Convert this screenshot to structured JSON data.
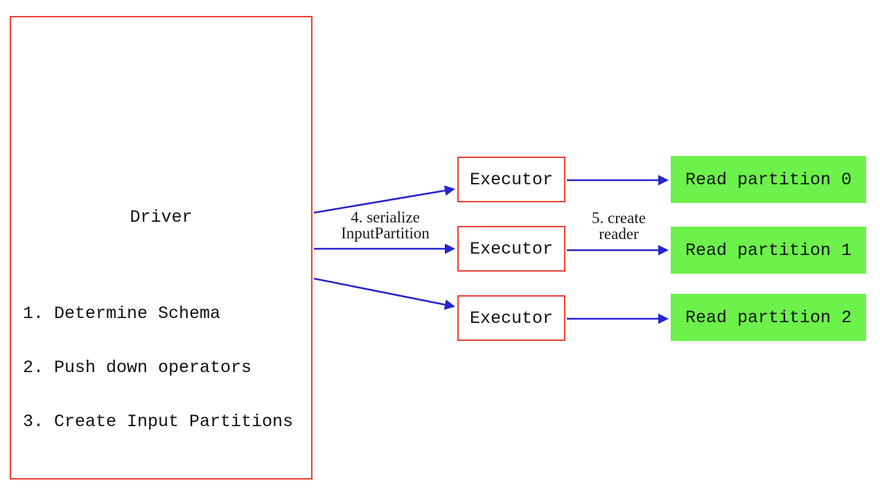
{
  "theme": {
    "red": "#ee4036",
    "blue": "#2424d0",
    "green": "#6cf24b",
    "ink": "#111111"
  },
  "driver": {
    "title": "Driver",
    "steps": [
      "1. Determine Schema",
      "2. Push down operators",
      "3. Create Input Partitions"
    ]
  },
  "executors": [
    {
      "label": "Executor"
    },
    {
      "label": "Executor"
    },
    {
      "label": "Executor"
    }
  ],
  "read_partitions": [
    {
      "label": "Read partition 0"
    },
    {
      "label": "Read partition 1"
    },
    {
      "label": "Read partition 2"
    }
  ],
  "annotations": {
    "serialize_input_partition": {
      "line1": "4. serialize",
      "line2": "InputPartition"
    },
    "create_reader": {
      "line1": "5. create",
      "line2": "reader"
    }
  }
}
